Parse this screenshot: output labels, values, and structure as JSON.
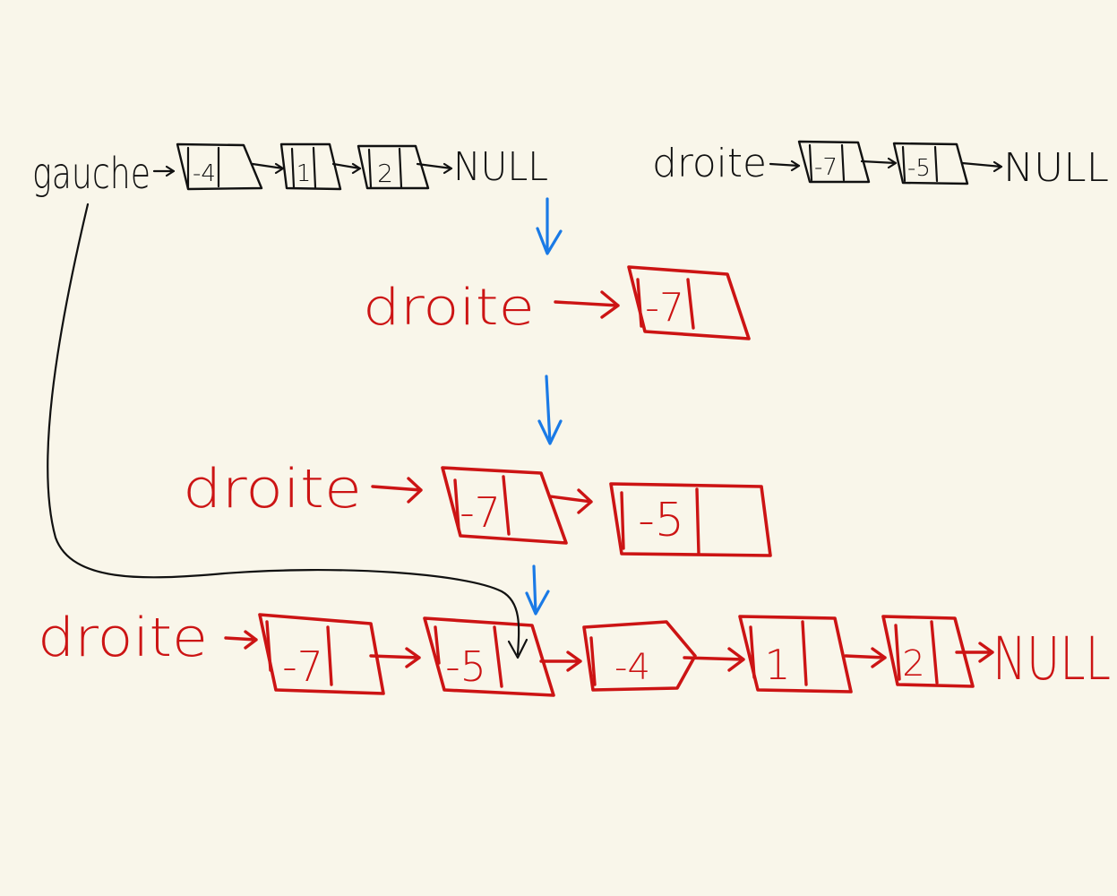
{
  "colors": {
    "background": "#f9f6ea",
    "black_ink": "#111111",
    "red_ink": "#cc1414",
    "blue_ink": "#1a7ae6"
  },
  "lists": {
    "gauche": {
      "label": "gauche",
      "nodes": [
        "-4",
        "1",
        "2"
      ],
      "terminator": "NULL"
    },
    "droite": {
      "label": "droite",
      "nodes": [
        "-7",
        "-5"
      ],
      "terminator": "NULL"
    }
  },
  "steps": [
    {
      "label": "droite",
      "nodes": [
        "-7"
      ]
    },
    {
      "label": "droite",
      "nodes": [
        "-7",
        "-5"
      ]
    },
    {
      "label": "droite",
      "nodes": [
        "-7",
        "-5",
        "-4",
        "1",
        "2"
      ],
      "terminator": "NULL"
    }
  ]
}
